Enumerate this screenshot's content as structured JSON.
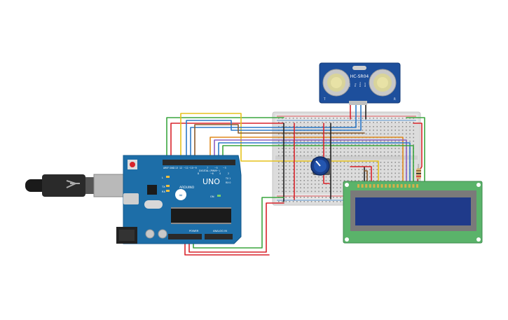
{
  "arduino": {
    "logo": "UNO",
    "brand": "ARDUINO",
    "digital_header": "DIGITAL (PWM~)",
    "power_header": "POWER",
    "analog_header": "ANALOG IN",
    "tx_label": "TX",
    "rx_label": "RX",
    "l_label": "L",
    "on_label": "ON",
    "aref_label": "AREF",
    "gnd_label": "GND",
    "pin_13": "13",
    "pin_12": "12",
    "pin_11": "~11",
    "pin_10": "~10",
    "pin_9": "~9",
    "pin_8": "8",
    "pin_7": "7",
    "pin_6": "~6",
    "pin_5": "~5",
    "pin_4": "4",
    "pin_3": "~3",
    "pin_2": "2",
    "pin_1": "TX 1",
    "pin_0": "RX 0"
  },
  "sensor": {
    "model": "HC-SR04",
    "pin_vcc": "Vcc",
    "pin_trig": "Trig",
    "pin_echo": "Echo",
    "pin_gnd": "Gnd",
    "side_t": "T",
    "side_r": "R"
  },
  "colors": {
    "board": "#1d6ea8",
    "board_edge": "#155a8c",
    "breadboard": "#dcdcdc",
    "lcd_pcb": "#5ab36a",
    "lcd_screen": "#1f3a8a",
    "wire_red": "#d9242b",
    "wire_green": "#3aa63f",
    "wire_black": "#222222",
    "wire_yellow": "#e6c21c",
    "wire_blue": "#2d79c7",
    "wire_brown": "#8a5a2b",
    "wire_orange": "#e08a1e",
    "wire_purple": "#8e5fc0"
  }
}
